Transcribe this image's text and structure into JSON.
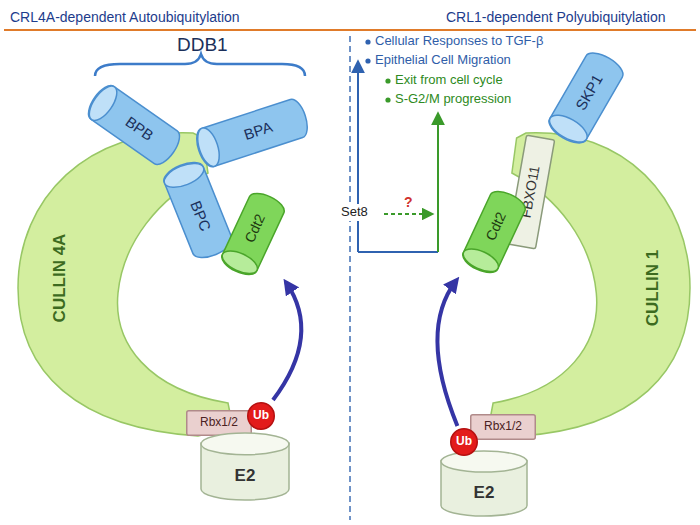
{
  "diagram": {
    "nodes": [
      {
        "text": [
          "CULLIN 4A"
        ]
      },
      {
        "text": [
          "BPB"
        ]
      },
      {
        "text": [
          "BPA"
        ]
      },
      {
        "text": [
          "BPC"
        ]
      },
      {
        "text": [
          "Cdt2"
        ]
      },
      {
        "text": [
          "Rbx1/2"
        ]
      },
      {
        "text": [
          "Ub"
        ]
      },
      {
        "text": [
          "E2"
        ]
      },
      {
        "text": [
          "SKP1"
        ]
      },
      {
        "text": [
          "FBXO11"
        ]
      },
      {
        "text": [
          "Cdt2"
        ]
      },
      {
        "text": [
          "CULLIN 1"
        ]
      },
      {
        "text": [
          "Rbx1/2"
        ]
      },
      {
        "text": [
          "Ub"
        ]
      },
      {
        "text": [
          "E2"
        ]
      }
    ],
    "edges": [
      {
        "from": 6,
        "to": 4,
        "arrow": "to"
      },
      {
        "from": 13,
        "to": 10,
        "arrow": "to"
      }
    ],
    "labels": [
      "CRL4A-dependent Autoubiquitylation",
      "CRL1-dependent Polyubiquitylation",
      "DDB1",
      "Cellular Responses to TGF-β",
      "Epithelial Cell Migration",
      "Exit from cell cycle",
      "S-G2/M progression",
      "Set8",
      "?"
    ]
  }
}
